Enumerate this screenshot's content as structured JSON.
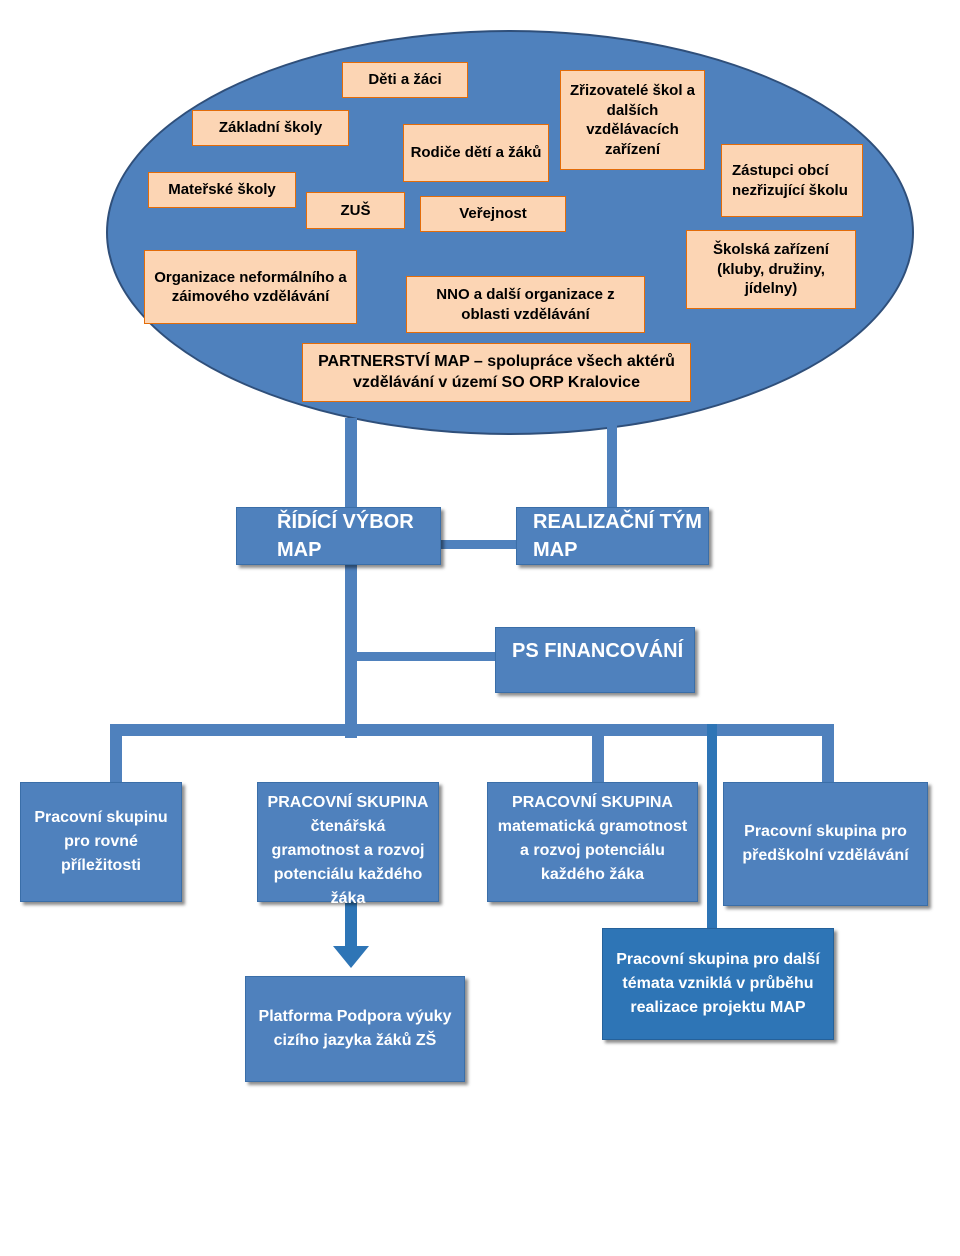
{
  "stakeholders": {
    "deti": "Děti a žáci",
    "zakladni": "Základní školy",
    "rodice": "Rodiče dětí a žáků",
    "zrizovatele": "Zřizovatelé škol a dalších vzdělávacích zařízení",
    "zastupci": "Zástupci obcí nezřizující školu",
    "materske": "Mateřské školy",
    "zus": "ZUŠ",
    "verejnost": "Veřejnost",
    "skolska": "Školská zařízení (kluby, družiny, jídelny)",
    "organizace": "Organizace neformálního a záimového vzdělávání",
    "nno": "NNO a další organizace z oblasti vzdělávání",
    "partnerstvi": "PARTNERSTVÍ MAP – spolupráce všech aktérů vzdělávání v území SO ORP Kralovice"
  },
  "governance": {
    "ridici_vybor": "ŘÍDÍCÍ VÝBOR MAP",
    "realizacni_tym": "REALIZAČNÍ TÝM MAP",
    "ps_financovani": "PS FINANCOVÁNÍ"
  },
  "working_groups": {
    "rovne": "Pracovní skupinu pro rovné příležitosti",
    "ctenarska": "PRACOVNÍ SKUPINA čtenářská gramotnost a rozvoj potenciálu každého žáka",
    "matematicka": "PRACOVNÍ SKUPINA matematická gramotnost a rozvoj potenciálu každého žáka",
    "predskolni": "Pracovní skupina pro předškolní vzdělávání",
    "dalsi_temata": "Pracovní skupina pro další témata vzniklá v průběhu realizace projektu MAP",
    "platforma": "Platforma Podpora výuky cizího jazyka žáků ZŠ"
  },
  "colors": {
    "ellipse": "#4f81bd",
    "stakeholder_fill": "#fcd5b4",
    "stakeholder_border": "#e36c09",
    "node_fill": "#4f81bd",
    "node_fill_dark": "#2e75b6"
  }
}
